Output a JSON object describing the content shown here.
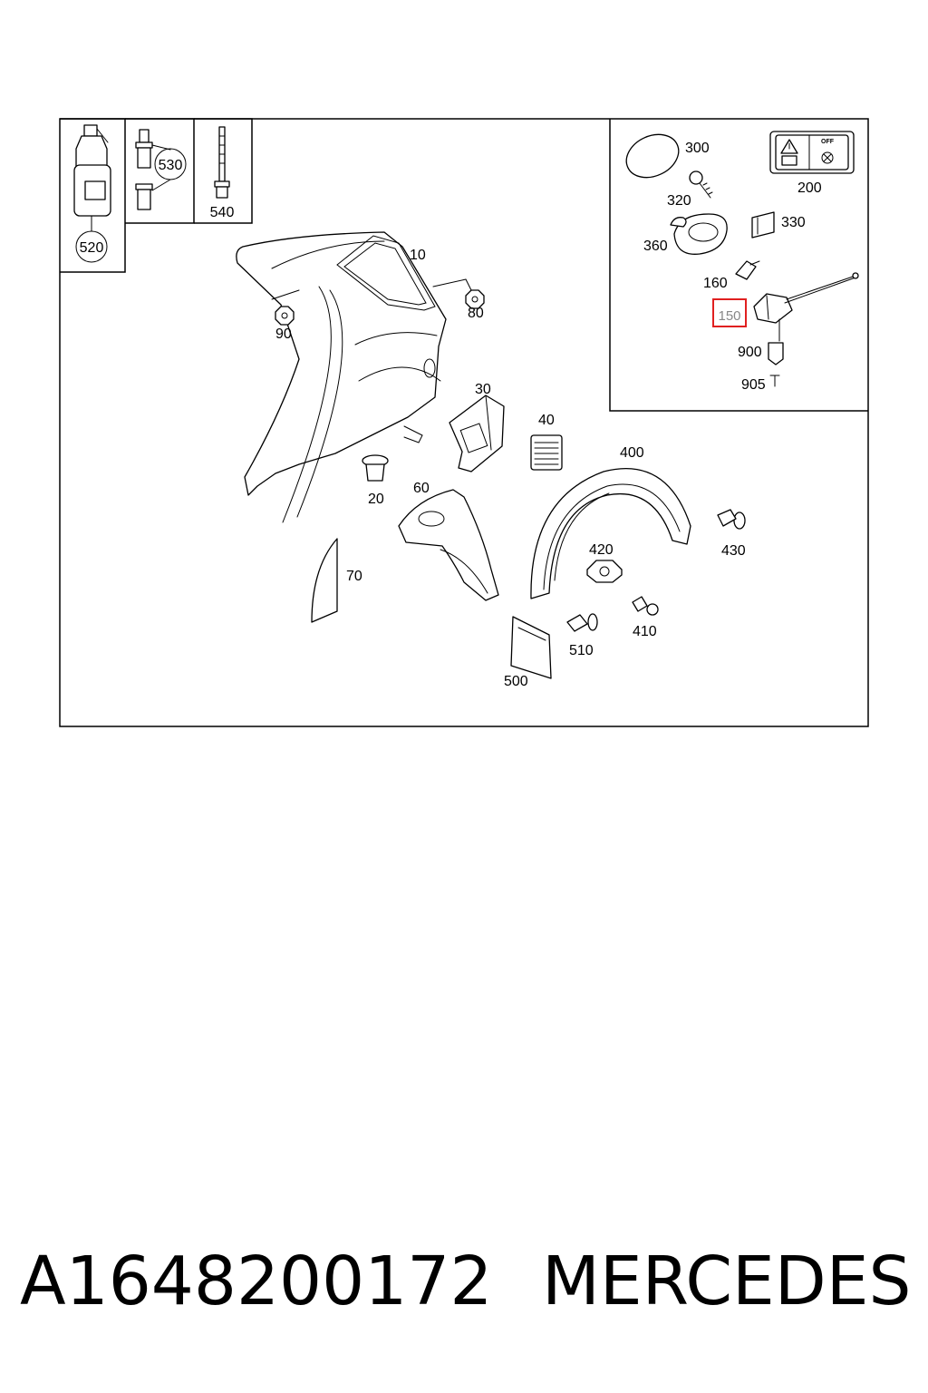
{
  "callouts": {
    "c10": "10",
    "c20": "20",
    "c30": "30",
    "c40": "40",
    "c60": "60",
    "c70": "70",
    "c80": "80",
    "c90": "90",
    "c150": "150",
    "c160": "160",
    "c200": "200",
    "c300": "300",
    "c320": "320",
    "c330": "330",
    "c360": "360",
    "c400": "400",
    "c410": "410",
    "c420": "420",
    "c430": "430",
    "c500": "500",
    "c510": "510",
    "c520": "520",
    "c530": "530",
    "c540": "540",
    "c900": "900",
    "c905": "905"
  },
  "warning_label": {
    "off_text": "OFF"
  },
  "highlight_color": "#e02020",
  "footer": {
    "part_number": "A1648200172",
    "brand": "MERCEDES"
  }
}
